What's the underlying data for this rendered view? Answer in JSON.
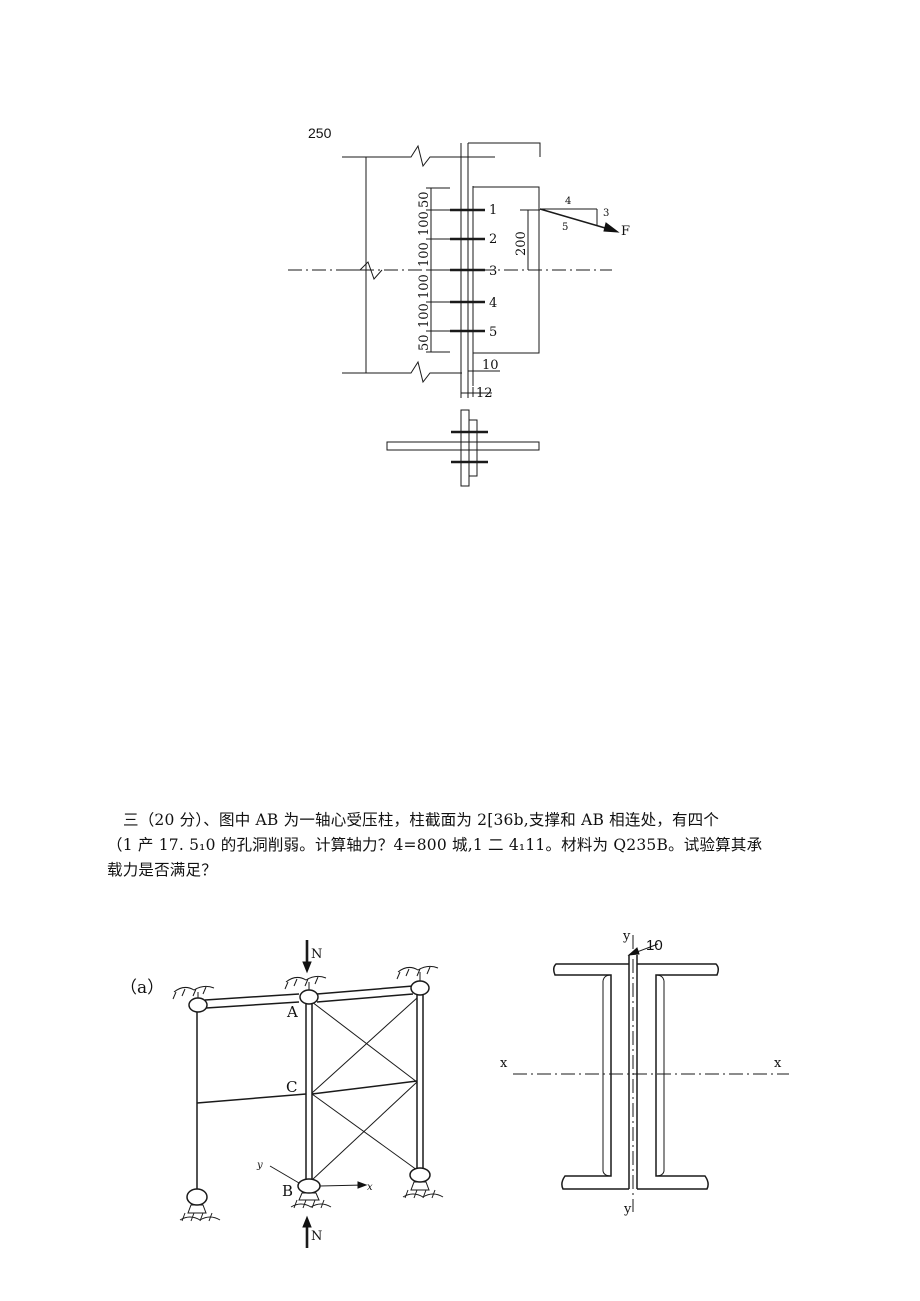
{
  "connection_drawing": {
    "dim_top": "250",
    "bolt_labels": [
      "1",
      "2",
      "3",
      "4",
      "5"
    ],
    "spacing_dims": [
      "50",
      "100",
      "100",
      "100",
      "100",
      "50"
    ],
    "load_dim": "200",
    "slope_labels": [
      "4",
      "3",
      "5"
    ],
    "force_label": "F",
    "plate_dims": [
      "10",
      "12"
    ]
  },
  "question": {
    "line1": "三（20 分）、图中 AB 为一轴心受压柱，柱截面为 2[36b,支撑和 AB 相连处，有四个",
    "line2": "（1 产 17. 5₁0 的孔洞削弱。计算轴力？4=800 城,1 二 4₁11。材料为 Q235B。试验算其承",
    "line3": "载力是否满足？"
  },
  "frame_figure": {
    "panel_label": "（a）",
    "load_label_top": "N",
    "load_label_bottom": "N",
    "node_labels": [
      "A",
      "C",
      "B"
    ],
    "local_axis_labels": [
      "y",
      "x"
    ]
  },
  "section_figure": {
    "axis_x_left": "x",
    "axis_x_right": "x",
    "axis_y_top": "y",
    "axis_y_bottom": "y",
    "gap_dim": "10"
  }
}
